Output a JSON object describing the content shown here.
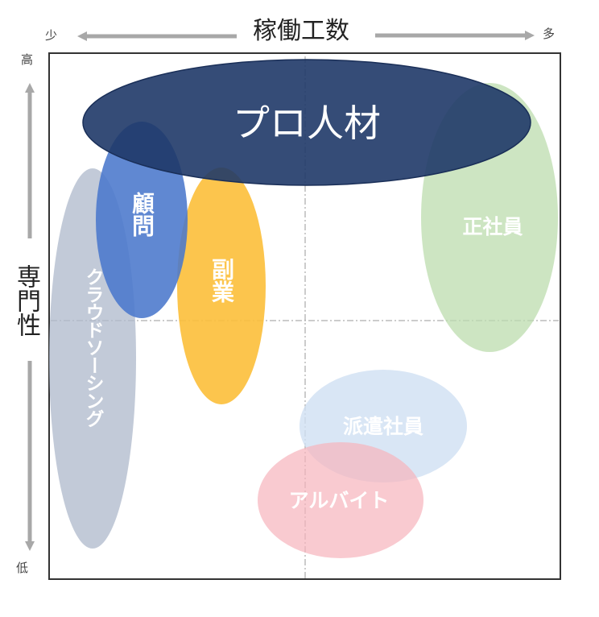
{
  "axes": {
    "x_title": "稼働工数",
    "x_low": "少",
    "x_high": "多",
    "y_title": "専門性",
    "y_high": "高",
    "y_low": "低"
  },
  "regions": {
    "pro": {
      "label": "プロ人材",
      "color": "#1f3868"
    },
    "advisor": {
      "label": "顧問",
      "color": "#4a78cc"
    },
    "sidejob": {
      "label": "副業",
      "color": "#fcbf3a"
    },
    "crowdsourcing": {
      "label": "クラウドソーシング",
      "color": "#aeb8cb"
    },
    "fulltime": {
      "label": "正社員",
      "color": "#bcdcae"
    },
    "dispatch": {
      "label": "派遣社員",
      "color": "#cfe0f3"
    },
    "parttime": {
      "label": "アルバイト",
      "color": "#f7b3bc"
    }
  },
  "colors": {
    "arrow": "#a8a8a8",
    "frame": "#333333",
    "guide": "#9a9a9a"
  }
}
